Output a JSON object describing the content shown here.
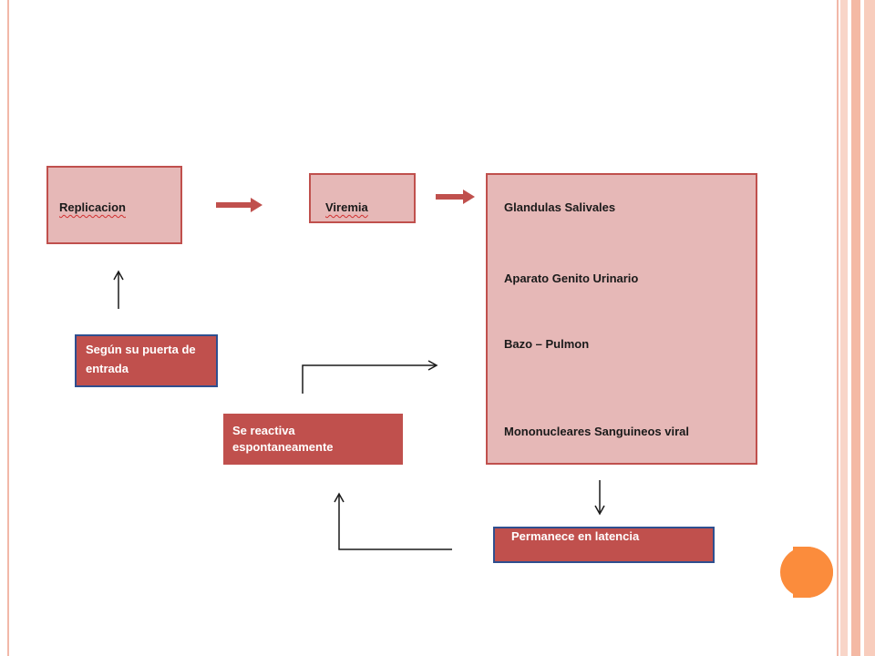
{
  "diagram": {
    "replicacion": "Replicacion",
    "viremia": "Viremia",
    "organs": [
      "Glandulas Salivales",
      "Aparato Genito Urinario",
      "Bazo – Pulmon",
      "Mononucleares Sanguineos viral"
    ],
    "puerta": "Según su puerta de entrada",
    "reactiva": "Se reactiva espontaneamente",
    "latencia": "Permanece en latencia"
  },
  "colors": {
    "pink_fill": "#e6b8b7",
    "red_fill": "#c0504d",
    "accent_orange": "#fb8c3c"
  }
}
